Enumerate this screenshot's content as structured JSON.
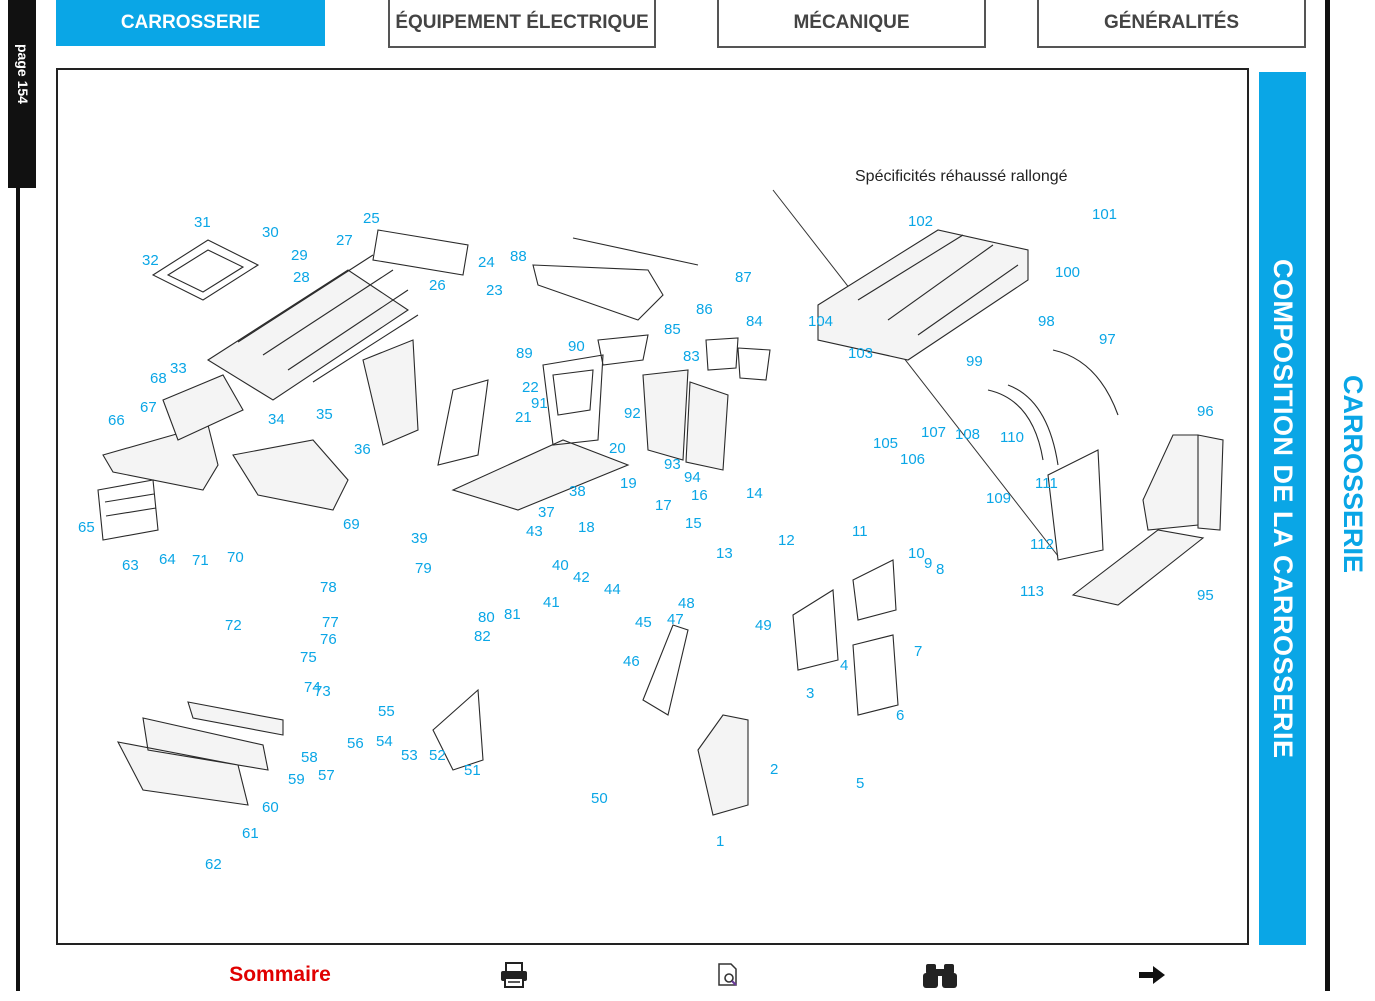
{
  "tabs": [
    {
      "label": "CARROSSERIE",
      "active": true
    },
    {
      "label": "ÉQUIPEMENT ÉLECTRIQUE",
      "active": false
    },
    {
      "label": "MÉCANIQUE",
      "active": false
    },
    {
      "label": "GÉNÉRALITÉS",
      "active": false
    }
  ],
  "page_label": "page 154",
  "side_title": "COMPOSITION DE LA CARROSSERIE",
  "edge_title": "CARROSSERIE",
  "diagram": {
    "caption": "Spécificités réhaussé rallongé",
    "parts": [
      "1",
      "2",
      "3",
      "4",
      "5",
      "6",
      "7",
      "8",
      "9",
      "10",
      "11",
      "12",
      "13",
      "14",
      "15",
      "16",
      "17",
      "18",
      "19",
      "20",
      "21",
      "22",
      "23",
      "24",
      "25",
      "26",
      "27",
      "28",
      "29",
      "30",
      "31",
      "32",
      "33",
      "34",
      "35",
      "36",
      "37",
      "38",
      "39",
      "40",
      "41",
      "42",
      "43",
      "44",
      "45",
      "46",
      "47",
      "48",
      "49",
      "50",
      "51",
      "52",
      "53",
      "54",
      "55",
      "56",
      "57",
      "58",
      "59",
      "60",
      "61",
      "62",
      "63",
      "64",
      "65",
      "66",
      "67",
      "68",
      "69",
      "70",
      "71",
      "72",
      "73",
      "74",
      "75",
      "76",
      "77",
      "78",
      "79",
      "80",
      "81",
      "82",
      "83",
      "84",
      "85",
      "86",
      "87",
      "88",
      "89",
      "90",
      "91",
      "92",
      "93",
      "94",
      "95",
      "96",
      "97",
      "98",
      "99",
      "100",
      "101",
      "102",
      "103",
      "104",
      "105",
      "106",
      "107",
      "108",
      "109",
      "110",
      "111",
      "112",
      "113"
    ]
  },
  "footer": {
    "sommaire": "Sommaire",
    "print_icon": "printer-icon",
    "preview_icon": "document-zoom-icon",
    "search_icon": "binoculars-icon",
    "next_icon": "arrow-right-icon"
  },
  "colors": {
    "accent": "#0aa6e6",
    "link": "#e00000",
    "rule": "#111111"
  }
}
